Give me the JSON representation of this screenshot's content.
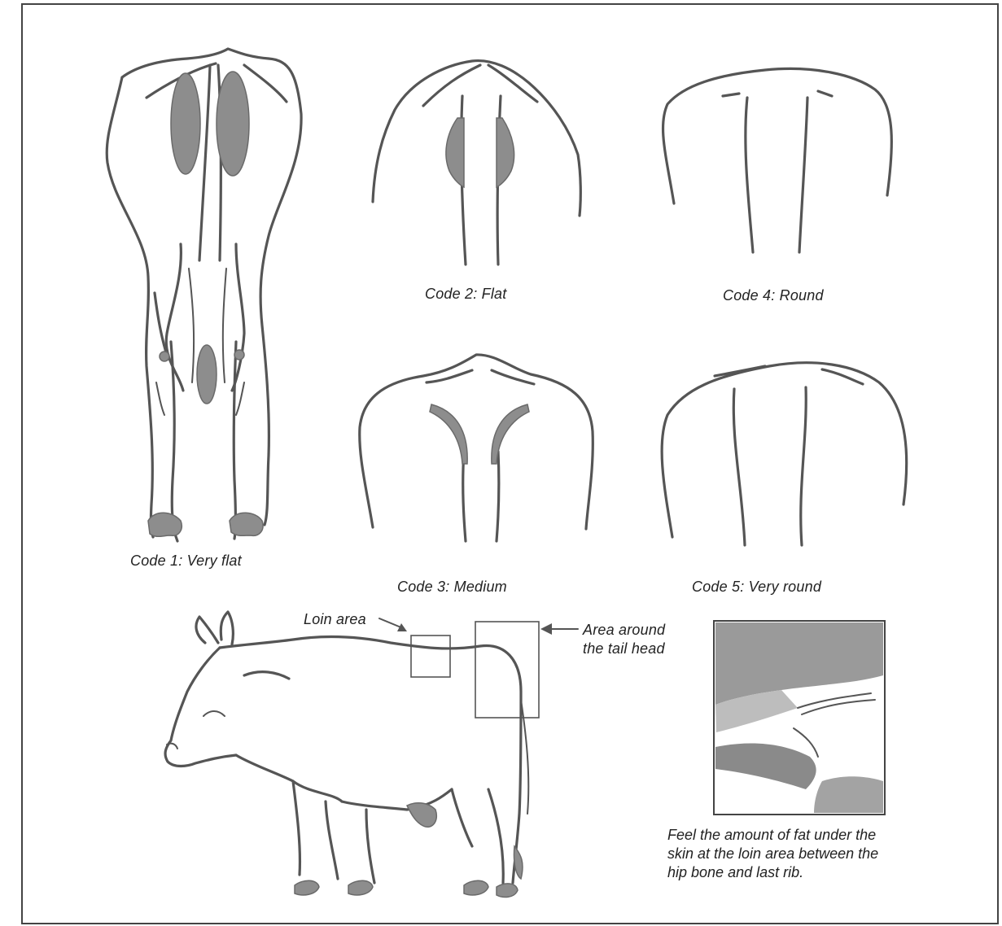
{
  "codes": [
    {
      "label": "Code 1: Very flat"
    },
    {
      "label": "Code 2: Flat"
    },
    {
      "label": "Code 3: Medium"
    },
    {
      "label": "Code 4: Round"
    },
    {
      "label": "Code 5: Very round"
    }
  ],
  "callouts": {
    "loin_area": "Loin area",
    "tail_head_line1": "Area around",
    "tail_head_line2": "the tail head"
  },
  "instruction": {
    "line1": "Feel the amount of fat under the",
    "line2": "skin at the loin area between the",
    "line3": "hip bone and last rib."
  },
  "colors": {
    "ink": "#555555",
    "fat": "#8d8d8d"
  }
}
